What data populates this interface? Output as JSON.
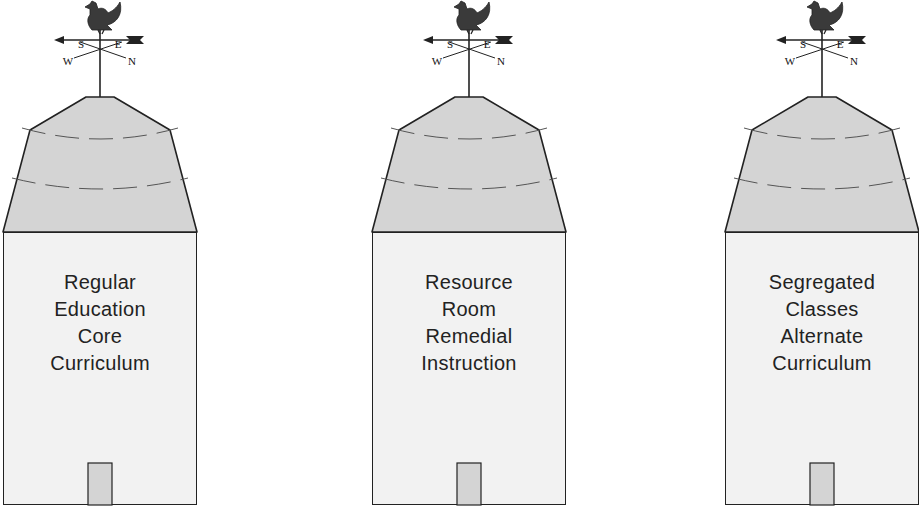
{
  "diagram": {
    "nodes": [
      {
        "text": [
          "Regular Education Core Curriculum"
        ]
      },
      {
        "text": [
          "Resource Room Remedial Instruction"
        ]
      },
      {
        "text": [
          "Segregated Classes Alternate Curriculum"
        ]
      }
    ],
    "labels": [
      "S",
      "E",
      "W",
      "N",
      "S",
      "E",
      "W",
      "N",
      "S",
      "E",
      "W",
      "N"
    ]
  }
}
